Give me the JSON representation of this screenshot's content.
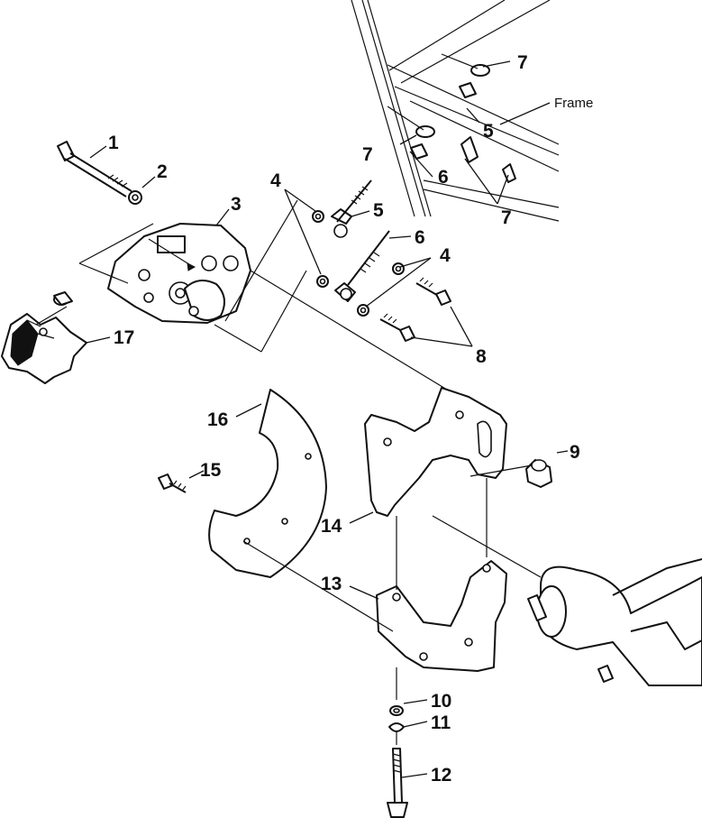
{
  "frame_label": "Frame",
  "callouts": [
    {
      "id": "c1",
      "text": "1"
    },
    {
      "id": "c2",
      "text": "2"
    },
    {
      "id": "c3",
      "text": "3"
    },
    {
      "id": "c4a",
      "text": "4"
    },
    {
      "id": "c4b",
      "text": "4"
    },
    {
      "id": "c5a",
      "text": "5"
    },
    {
      "id": "c5b",
      "text": "5"
    },
    {
      "id": "c6a",
      "text": "6"
    },
    {
      "id": "c6b",
      "text": "6"
    },
    {
      "id": "c7a",
      "text": "7"
    },
    {
      "id": "c7b",
      "text": "7"
    },
    {
      "id": "c7c",
      "text": "7"
    },
    {
      "id": "c8",
      "text": "8"
    },
    {
      "id": "c9",
      "text": "9"
    },
    {
      "id": "c10",
      "text": "10"
    },
    {
      "id": "c11",
      "text": "11"
    },
    {
      "id": "c12",
      "text": "12"
    },
    {
      "id": "c13",
      "text": "13"
    },
    {
      "id": "c14",
      "text": "14"
    },
    {
      "id": "c15",
      "text": "15"
    },
    {
      "id": "c16",
      "text": "16"
    },
    {
      "id": "c17",
      "text": "17"
    }
  ]
}
